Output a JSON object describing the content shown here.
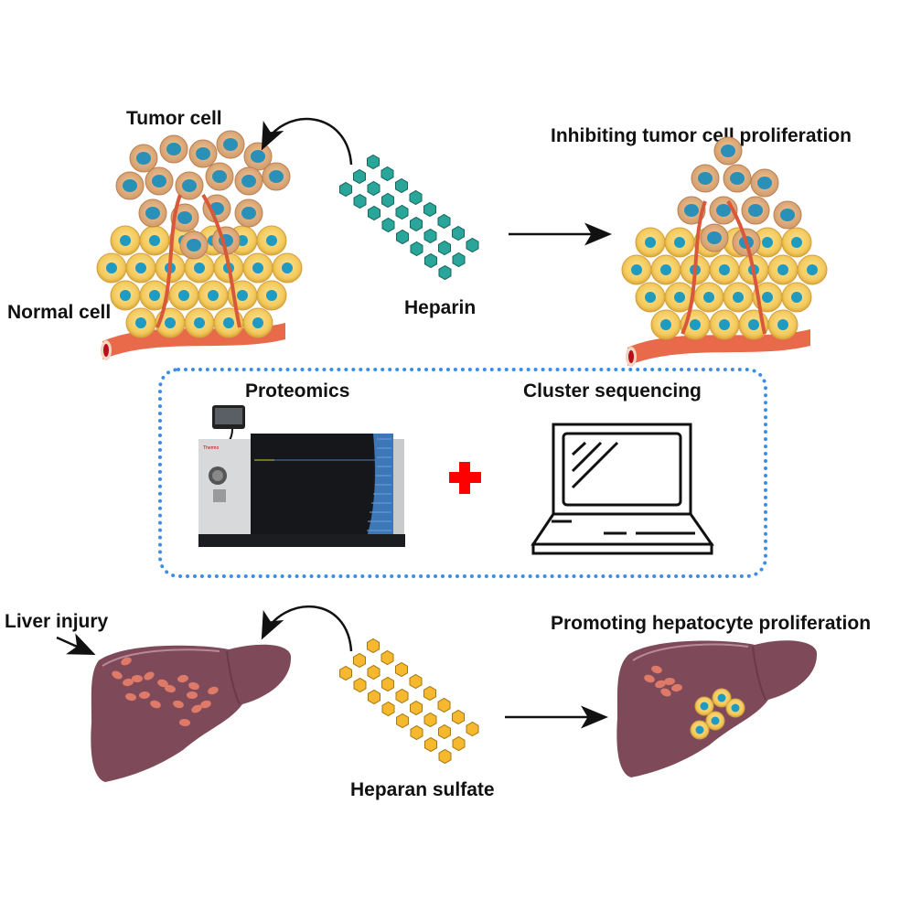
{
  "top_row": {
    "tumor_label": "Tumor cell",
    "normal_label": "Normal cell",
    "agent_label": "Heparin",
    "outcome_label": "Inhibiting tumor cell proliferation",
    "agent_color": "#2aa59a"
  },
  "middle_box": {
    "left_label": "Proteomics",
    "right_label": "Cluster sequencing",
    "border_color": "#3a8ee6",
    "plus_color": "#ff0000"
  },
  "bottom_row": {
    "injury_label": "Liver injury",
    "agent_label": "Heparan sulfate",
    "outcome_label": "Promoting hepatocyte proliferation",
    "agent_color": "#f5b82e",
    "liver_color": "#7e4a5a"
  }
}
